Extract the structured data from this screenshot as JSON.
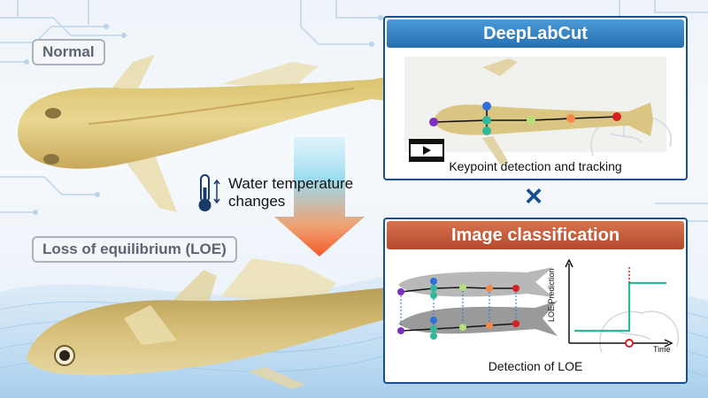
{
  "labels": {
    "normal": "Normal",
    "loe": "Loss of equilibrium (LOE)"
  },
  "temperature": {
    "line1": "Water temperature",
    "line2": "changes"
  },
  "panel_top": {
    "title": "DeepLabCut",
    "caption": "Keypoint detection and tracking",
    "header_color": "#2f7fc1"
  },
  "panel_bottom": {
    "title": "Image classification",
    "caption": "Detection of LOE",
    "header_color": "#c2563a",
    "plot": {
      "ylabel": "LOE Prediction",
      "xlabel": "Time"
    }
  },
  "cross_symbol": "×",
  "colors": {
    "panel_border": "#1a4f8f",
    "arrow_top": "#7fd3ef",
    "arrow_bottom": "#f2592a",
    "keypoint_purple": "#7a2fbf",
    "keypoint_blue": "#2f6fd8",
    "keypoint_teal": "#2fb89a",
    "keypoint_lime": "#b4e07a",
    "keypoint_orange": "#f08a4a",
    "keypoint_red": "#d62020",
    "step_line": "#2fb89a"
  }
}
